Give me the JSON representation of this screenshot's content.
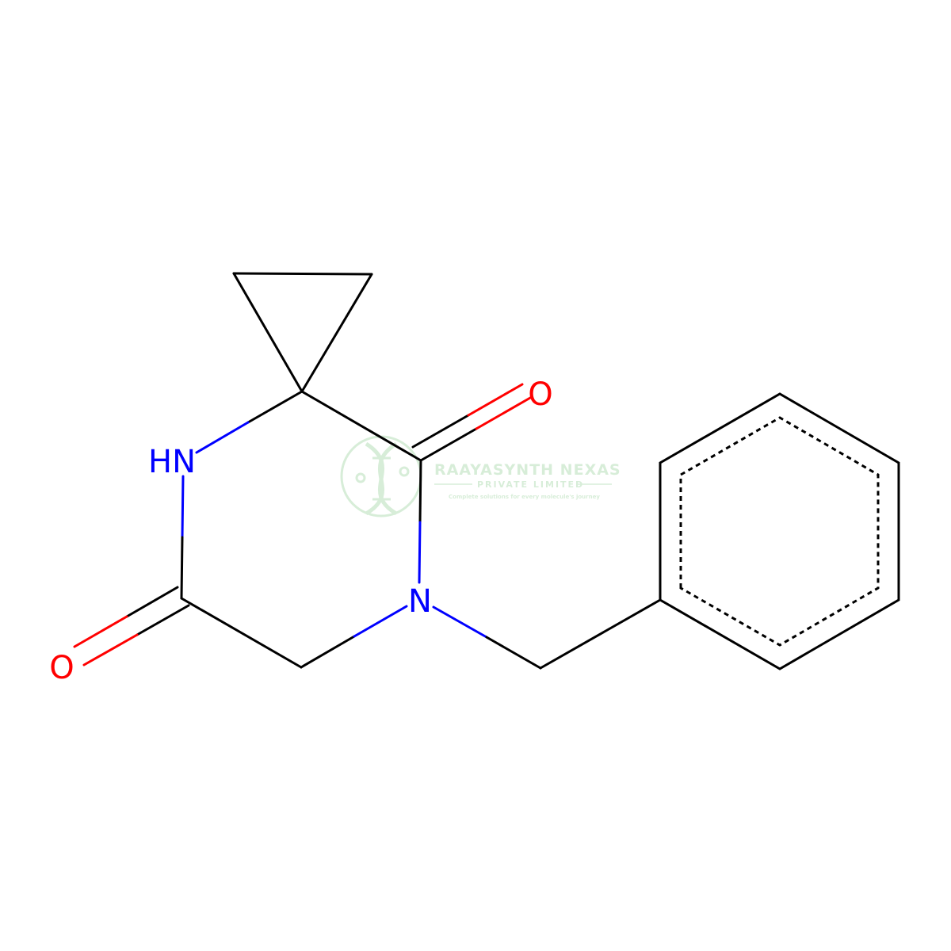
{
  "molecule": {
    "atoms": {
      "nh": "HN",
      "n": "N",
      "o_top": "O",
      "o_bottom": "O"
    },
    "colors": {
      "bond": "#000000",
      "nitrogen": "#0000ff",
      "oxygen": "#ff0000"
    }
  },
  "watermark": {
    "company": "RAAYASYNTH NEXAS",
    "subtitle": "PRIVATE LIMITED",
    "tagline": "Complete solutions for every molecule's journey",
    "color": "#4caf50",
    "logo_icon": "dna-helix-icon"
  }
}
